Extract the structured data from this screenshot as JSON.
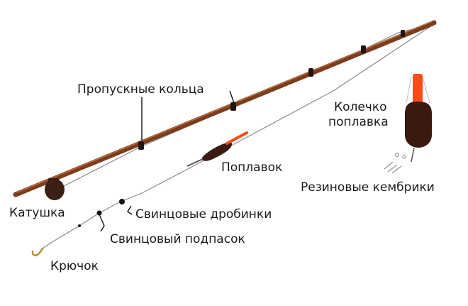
{
  "labels": {
    "guides": "Пропускные кольца",
    "reel": "Катушка",
    "float": "Поплавок",
    "float_ring_line1": "Колечко",
    "float_ring_line2": "поплавка",
    "rubber": "Резиновые кембрики",
    "shot": "Свинцовые дробинки",
    "sinker": "Свинцовый подпасок",
    "hook": "Крючок"
  },
  "colors": {
    "rod": "#7a3d1e",
    "rod_edge": "#4a2410",
    "ring": "#1f1410",
    "line": "#8a8a8a",
    "reel": "#3a1f14",
    "float_body": "#3a1a10",
    "float_tip": "#ff4a1a",
    "hook": "#b08a2a",
    "text": "#1a1a1a"
  }
}
